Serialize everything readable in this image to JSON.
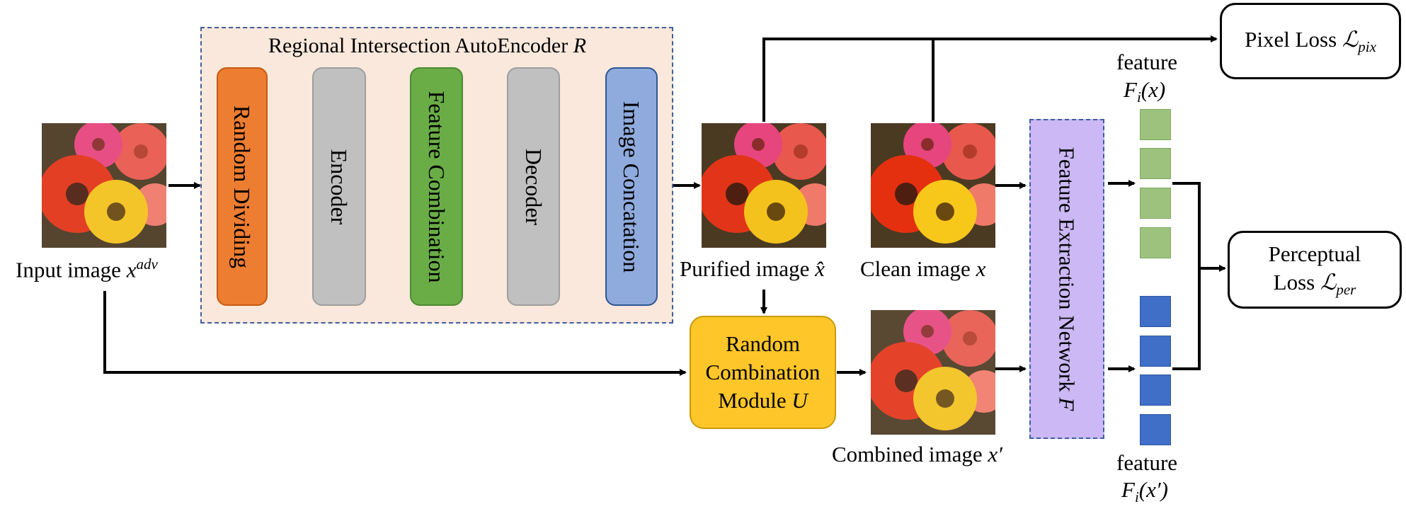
{
  "autoencoder": {
    "title": "Regional Intersection AutoEncoder R",
    "stages": [
      {
        "label": "Random Dividing",
        "color": "#ed7d31"
      },
      {
        "label": "Encoder",
        "color": "#c0c0c0"
      },
      {
        "label": "Feature Combination",
        "color": "#6aad46"
      },
      {
        "label": "Decoder",
        "color": "#c0c0c0"
      },
      {
        "label": "Image Concatation",
        "color": "#8faadc"
      }
    ]
  },
  "images": {
    "input": "Input image x^adv",
    "purified": "Purified image x̂",
    "clean": "Clean image x",
    "combined": "Combined image x′"
  },
  "modules": {
    "random_combination": [
      "Random",
      "Combination",
      "Module U"
    ],
    "feature_network": "Feature Extraction Network F"
  },
  "losses": {
    "pixel": "Pixel Loss ℒ_pix",
    "perceptual": [
      "Perceptual",
      "Loss ℒ_per"
    ]
  },
  "features": {
    "top_label": "feature",
    "top_symbol": "F_i(x)",
    "bottom_label": "feature",
    "bottom_symbol": "F_i(x′)"
  }
}
